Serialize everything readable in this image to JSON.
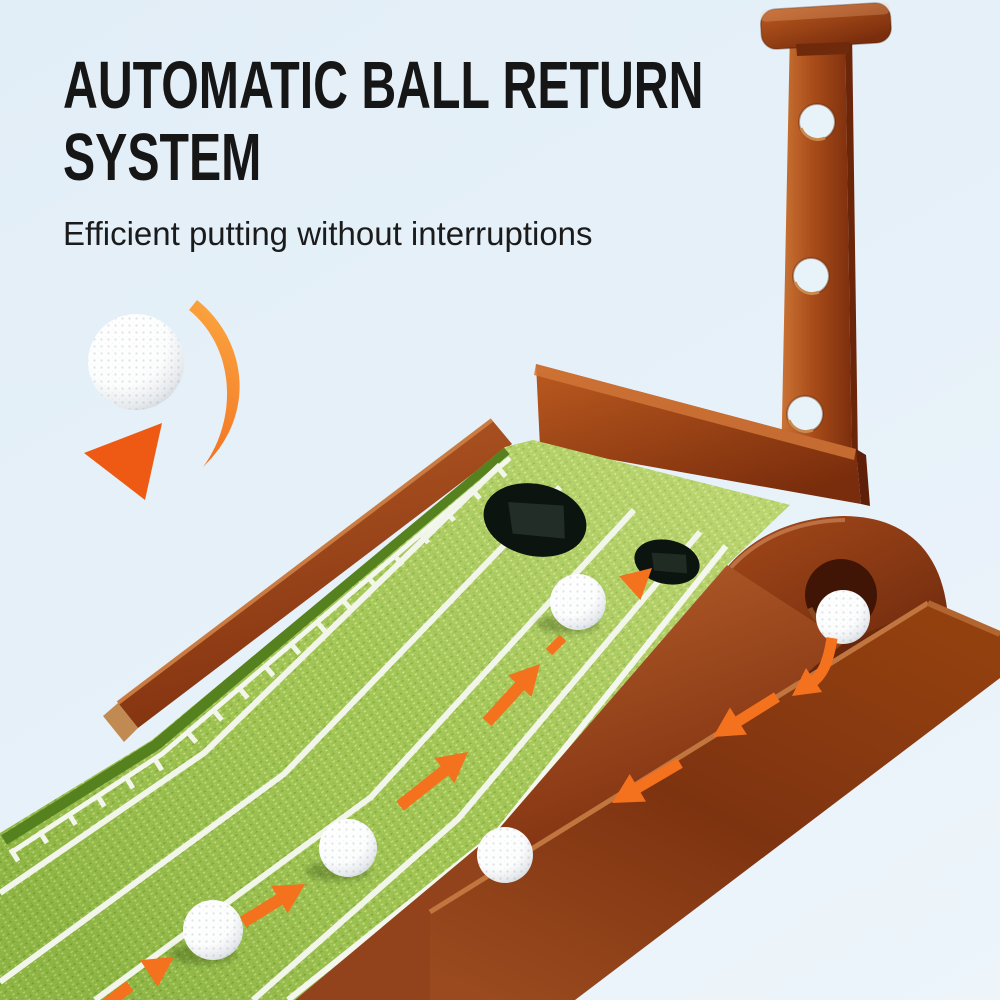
{
  "headline": {
    "line1": "AUTOMATIC BALL RETURN",
    "line2": "SYSTEM"
  },
  "subtitle": "Efficient putting without interruptions",
  "colors": {
    "background": "#e6f1f9",
    "headline_text": "#161616",
    "accent_orange": "#f4711d",
    "accent_orange_light": "#fa9d3e",
    "turf_green": "#9cc14d",
    "turf_edging": "#55821f",
    "wood_brown": "#9c4318",
    "wood_dark": "#6f2a0d",
    "ball_white": "#ffffff"
  },
  "icons": {
    "hero": "golf-ball-with-return-arrow",
    "mat_arrow": "putt-direction-arrow",
    "channel_arrow": "ball-return-arrow",
    "exit_arrow": "ball-drop-curved-arrow"
  }
}
